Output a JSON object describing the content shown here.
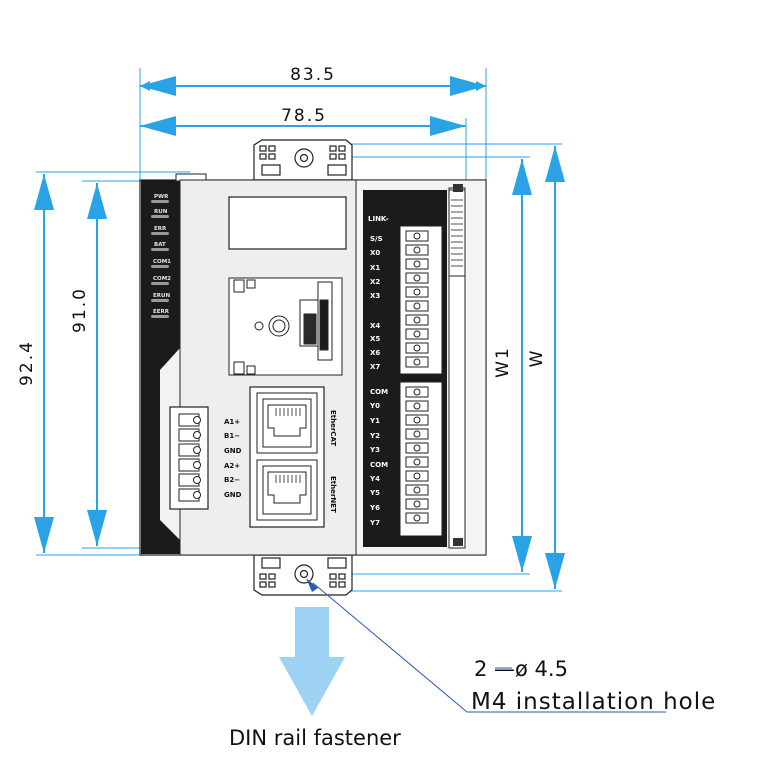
{
  "dimensions": {
    "overall_width": "83.5",
    "mount_width": "78.5",
    "overall_height": "92.4",
    "body_height": "91.0",
    "w1_label": "W1",
    "w_label": "W"
  },
  "indicators": [
    "PWR",
    "RUN",
    "ERR",
    "BAT",
    "COM1",
    "COM2",
    "ERUN",
    "EERR"
  ],
  "rs485_labels": [
    "A1+",
    "B1−",
    "GND",
    "A2+",
    "B2−",
    "GND"
  ],
  "ethernet_ports": [
    "EtherCAT",
    "EtherNET"
  ],
  "io_header": "LINK-",
  "io_labels": [
    "S/S",
    "X0",
    "X1",
    "X2",
    "X3",
    "X4",
    "X5",
    "X6",
    "X7",
    "COM",
    "Y0",
    "Y1",
    "Y2",
    "Y3",
    "COM",
    "Y4",
    "Y5",
    "Y6",
    "Y7"
  ],
  "callouts": {
    "hole_spec": "2 —ø 4.5",
    "hole_desc": "M4 installation hole",
    "din_rail": "DIN rail fastener"
  },
  "colors": {
    "arrow_blue": "#2aa3e6",
    "din_arrow": "#9dd2f3",
    "body_black": "#1c1a1a",
    "panel_grey": "#eeeeee"
  }
}
